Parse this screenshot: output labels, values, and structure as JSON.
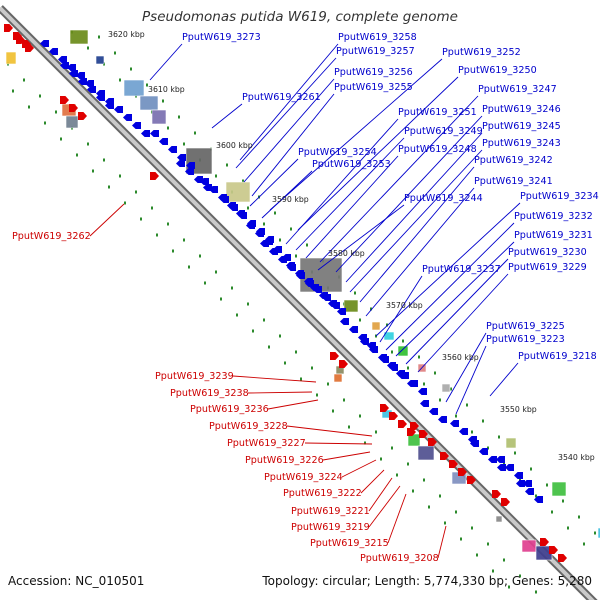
{
  "title": "Pseudomonas putida W619, complete genome",
  "footer": {
    "accession": "Accession: NC_010501",
    "summary": "Topology: circular; Length: 5,774,330 bp; Genes: 5,280"
  },
  "colors": {
    "forward_strand": "#e00000",
    "reverse_strand": "#0000e0",
    "label_forward": "#cc0000",
    "label_reverse": "#0000cc",
    "backbone": "#888888",
    "tick_dots": "#2b8a2b"
  },
  "kbp_ticks": [
    "3620 kbp",
    "3610 kbp",
    "3600 kbp",
    "3590 kbp",
    "3580 kbp",
    "3570 kbp",
    "3560 kbp",
    "3550 kbp",
    "3540 kbp"
  ],
  "labels_reverse": [
    "PputW619_3273",
    "PputW619_3258",
    "PputW619_3257",
    "PputW619_3252",
    "PputW619_3256",
    "PputW619_3250",
    "PputW619_3261",
    "PputW619_3255",
    "PputW619_3247",
    "PputW619_3246",
    "PputW619_3251",
    "PputW619_3245",
    "PputW619_3249",
    "PputW619_3243",
    "PputW619_3254",
    "PputW619_3248",
    "PputW619_3242",
    "PputW619_3253",
    "PputW619_3241",
    "PputW619_3234",
    "PputW619_3244",
    "PputW619_3232",
    "PputW619_3231",
    "PputW619_3230",
    "PputW619_3237",
    "PputW619_3229",
    "PputW619_3225",
    "PputW619_3223",
    "PputW619_3218"
  ],
  "labels_forward": [
    "PputW619_3262",
    "PputW619_3239",
    "PputW619_3238",
    "PputW619_3236",
    "PputW619_3228",
    "PputW619_3227",
    "PputW619_3226",
    "PputW619_3224",
    "PputW619_3222",
    "PputW619_3221",
    "PputW619_3219",
    "PputW619_3215",
    "PputW619_3208"
  ]
}
